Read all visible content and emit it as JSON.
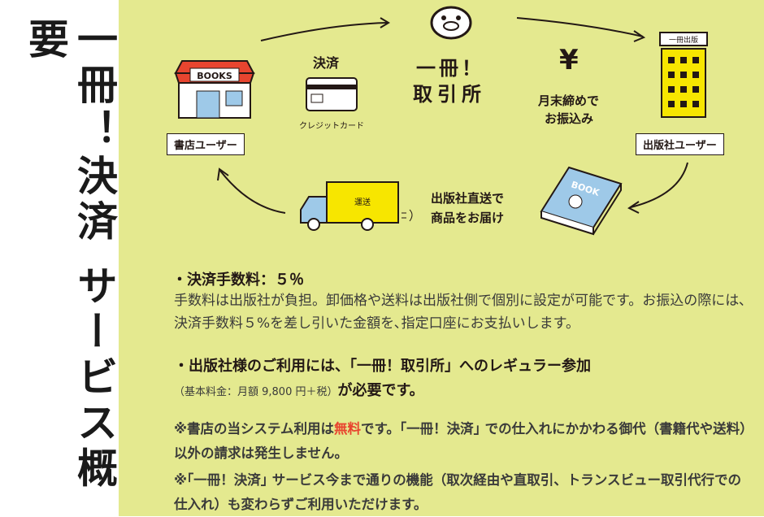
{
  "side_title": "一冊！決済 サービス概要",
  "diagram": {
    "bookstore_sign": "BOOKS",
    "bookstore_label": "書店ユーザー",
    "payment_label": "決済",
    "card_caption": "クレジットカード",
    "center_title_line1": "一冊！",
    "center_title_line2": "取引所",
    "yen_symbol": "¥",
    "monthly_line1": "月末締めで",
    "monthly_line2": "お振込み",
    "publisher_sign": "一冊出版",
    "publisher_label": "出版社ユーザー",
    "truck_text": "運送",
    "direct_line1": "出版社直送で",
    "direct_line2": "商品をお届け",
    "book_text": "BOOK"
  },
  "sections": {
    "fee_heading": "・決済手数料：５％",
    "fee_body": "手数料は出版社が負担。卸価格や送料は出版社側で個別に設定が可能です。お振込の際には､決済手数料５%を差し引いた金額を､指定口座にお支払いします。",
    "publisher_heading": "・出版社様のご利用には、「一冊！取引所」へのレギュラー参加",
    "publisher_note": "（基本料金：月額 9,800 円＋税）",
    "publisher_tail": "が必要です。",
    "note1_pre": "※書店の当システム利用は",
    "note1_free": "無料",
    "note1_post": "です。｢一冊！決済｣ での仕入れにかかわる御代（書籍代や送料）以外の請求は発生しません。",
    "note2": "※｢一冊！決済｣ サービス今まで通りの機能（取次経由や直取引、トランスビュー取引代行での仕入れ）も変わらずご利用いただけます。"
  },
  "colors": {
    "background": "#e4e98f",
    "accent_red": "#e8452f",
    "truck_yellow": "#f7e600",
    "book_blue": "#9ec9e8"
  }
}
